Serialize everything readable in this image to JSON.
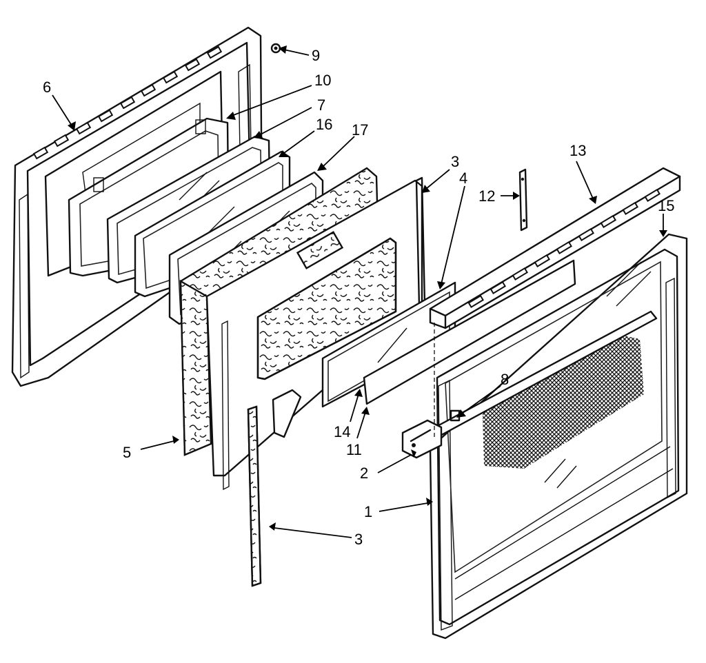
{
  "callouts": [
    {
      "id": "c9",
      "text": "9"
    },
    {
      "id": "c6",
      "text": "6"
    },
    {
      "id": "c10",
      "text": "10"
    },
    {
      "id": "c7",
      "text": "7"
    },
    {
      "id": "c16",
      "text": "16"
    },
    {
      "id": "c17",
      "text": "17"
    },
    {
      "id": "c3a",
      "text": "3"
    },
    {
      "id": "c4",
      "text": "4"
    },
    {
      "id": "c12",
      "text": "12"
    },
    {
      "id": "c13",
      "text": "13"
    },
    {
      "id": "c15",
      "text": "15"
    },
    {
      "id": "c8",
      "text": "8"
    },
    {
      "id": "c14",
      "text": "14"
    },
    {
      "id": "c11",
      "text": "11"
    },
    {
      "id": "c5",
      "text": "5"
    },
    {
      "id": "c2",
      "text": "2"
    },
    {
      "id": "c1",
      "text": "1"
    },
    {
      "id": "c3b",
      "text": "3"
    }
  ],
  "colors": {
    "line": "#111111",
    "background": "#ffffff"
  }
}
